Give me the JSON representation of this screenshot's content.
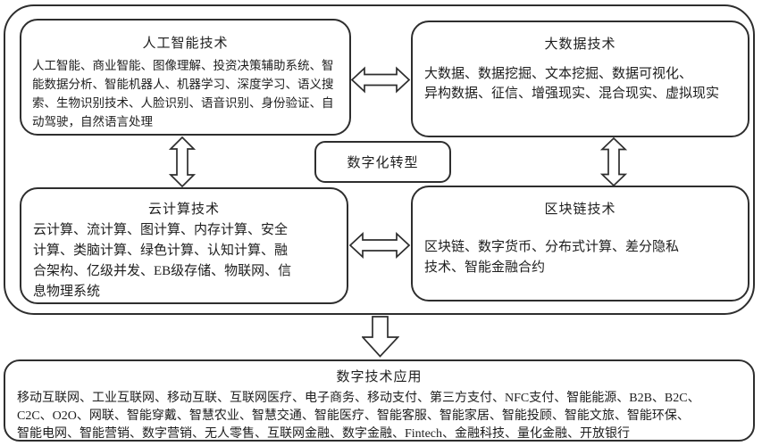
{
  "colors": {
    "border": "#2e2e2e",
    "text": "#1d1d1d",
    "background": "#ffffff",
    "arrow_fill": "#ffffff"
  },
  "diagram": {
    "core": {
      "label": "数字化转型"
    },
    "tech_boxes": {
      "ai": {
        "title": "人工智能技术",
        "body": "人工智能、商业智能、图像理解、投资决策辅助系统、智\n能数据分析、智能机器人、机器学习、深度学习、语义搜\n索、生物识别技术、人脸识别、语音识别、身份验证、自\n动驾驶，自然语言处理"
      },
      "bigdata": {
        "title": "大数据技术",
        "body": "大数据、数据挖掘、文本挖掘、数据可视化、\n异构数据、征信、增强现实、混合现实、虚拟现实"
      },
      "cloud": {
        "title": "云计算技术",
        "body": "云计算、流计算、图计算、内存计算、安全\n计算、类脑计算、绿色计算、认知计算、融\n合架构、亿级并发、EB级存储、物联网、信\n息物理系统"
      },
      "blockchain": {
        "title": "区块链技术",
        "body": "区块链、数字货币、分布式计算、差分隐私\n技术、智能金融合约"
      }
    },
    "application": {
      "title": "数字技术应用",
      "body": "移动互联网、工业互联网、移动互联、互联网医疗、电子商务、移动支付、第三方支付、NFC支付、智能能源、B2B、B2C、\nC2C、O2O、网联、智能穿戴、智慧农业、智慧交通、智能医疗、智能客服、智能家居、智能投顾、智能文旅、智能环保、\n智能电网、智能营销、数字营销、无人零售、互联网金融、数字金融、Fintech、金融科技、量化金融、开放银行"
    },
    "icons": {
      "double_arrow": "hollow-double-headed-arrow",
      "down_arrow": "hollow-down-arrow"
    }
  }
}
